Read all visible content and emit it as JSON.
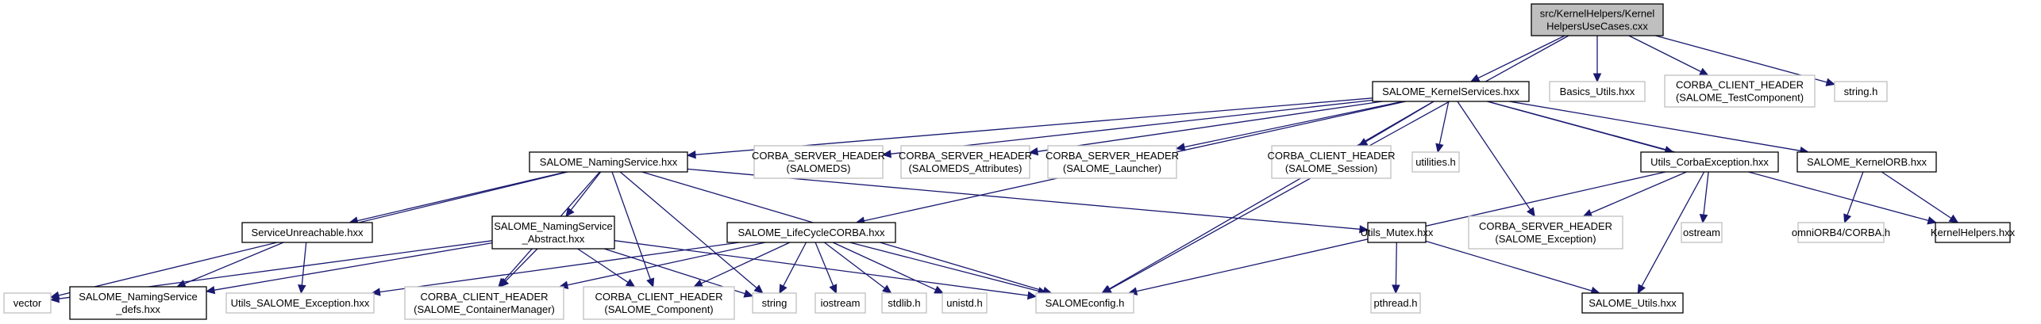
{
  "title": "Include dependency graph for src/KernelHelpers/KernelHelpersUseCases.cxx",
  "colors": {
    "edge": "#191970",
    "root_fill": "#bfbfbf",
    "documented_border": "#000000",
    "external_border": "#bfbfbf"
  },
  "nodes": [
    {
      "id": "root",
      "kind": "root",
      "lines": [
        "src/KernelHelpers/Kernel",
        "HelpersUseCases.cxx"
      ]
    },
    {
      "id": "kernelservices",
      "kind": "doc",
      "lines": [
        "SALOME_KernelServices.hxx"
      ]
    },
    {
      "id": "basics_utils",
      "kind": "ext",
      "lines": [
        "Basics_Utils.hxx"
      ]
    },
    {
      "id": "cch_testcomponent",
      "kind": "ext",
      "lines": [
        "CORBA_CLIENT_HEADER",
        "(SALOME_TestComponent)"
      ]
    },
    {
      "id": "string_h",
      "kind": "ext",
      "lines": [
        "string.h"
      ]
    },
    {
      "id": "namingservice",
      "kind": "doc",
      "lines": [
        "SALOME_NamingService.hxx"
      ]
    },
    {
      "id": "csh_salomeds",
      "kind": "ext",
      "lines": [
        "CORBA_SERVER_HEADER",
        "(SALOMEDS)"
      ]
    },
    {
      "id": "csh_salomeds_attr",
      "kind": "ext",
      "lines": [
        "CORBA_SERVER_HEADER",
        "(SALOMEDS_Attributes)"
      ]
    },
    {
      "id": "csh_launcher",
      "kind": "ext",
      "lines": [
        "CORBA_SERVER_HEADER",
        "(SALOME_Launcher)"
      ]
    },
    {
      "id": "cch_session",
      "kind": "ext",
      "lines": [
        "CORBA_CLIENT_HEADER",
        "(SALOME_Session)"
      ]
    },
    {
      "id": "utilities_h",
      "kind": "ext",
      "lines": [
        "utilities.h"
      ]
    },
    {
      "id": "utils_corbaexception",
      "kind": "doc",
      "lines": [
        "Utils_CorbaException.hxx"
      ]
    },
    {
      "id": "kernelorb",
      "kind": "doc",
      "lines": [
        "SALOME_KernelORB.hxx"
      ]
    },
    {
      "id": "serviceunreachable",
      "kind": "doc",
      "lines": [
        "ServiceUnreachable.hxx"
      ]
    },
    {
      "id": "namingservice_abstract",
      "kind": "doc",
      "lines": [
        "SALOME_NamingService",
        "_Abstract.hxx"
      ]
    },
    {
      "id": "lifecyclecorba",
      "kind": "doc",
      "lines": [
        "SALOME_LifeCycleCORBA.hxx"
      ]
    },
    {
      "id": "utils_mutex",
      "kind": "doc",
      "lines": [
        "Utils_Mutex.hxx"
      ]
    },
    {
      "id": "csh_exception",
      "kind": "ext",
      "lines": [
        "CORBA_SERVER_HEADER",
        "(SALOME_Exception)"
      ]
    },
    {
      "id": "ostream",
      "kind": "ext",
      "lines": [
        "ostream"
      ]
    },
    {
      "id": "omniorb",
      "kind": "ext",
      "lines": [
        "omniORB4/CORBA.h"
      ]
    },
    {
      "id": "kernelhelpers",
      "kind": "doc",
      "lines": [
        "KernelHelpers.hxx"
      ]
    },
    {
      "id": "vector",
      "kind": "ext",
      "lines": [
        "vector"
      ]
    },
    {
      "id": "namingservice_defs",
      "kind": "doc",
      "lines": [
        "SALOME_NamingService",
        "_defs.hxx"
      ]
    },
    {
      "id": "utils_salome_exception",
      "kind": "ext",
      "lines": [
        "Utils_SALOME_Exception.hxx"
      ]
    },
    {
      "id": "cch_containermanager",
      "kind": "ext",
      "lines": [
        "CORBA_CLIENT_HEADER",
        "(SALOME_ContainerManager)"
      ]
    },
    {
      "id": "cch_component",
      "kind": "ext",
      "lines": [
        "CORBA_CLIENT_HEADER",
        "(SALOME_Component)"
      ]
    },
    {
      "id": "string",
      "kind": "ext",
      "lines": [
        "string"
      ]
    },
    {
      "id": "iostream",
      "kind": "ext",
      "lines": [
        "iostream"
      ]
    },
    {
      "id": "stdlib_h",
      "kind": "ext",
      "lines": [
        "stdlib.h"
      ]
    },
    {
      "id": "unistd_h",
      "kind": "ext",
      "lines": [
        "unistd.h"
      ]
    },
    {
      "id": "salomeconfig_h",
      "kind": "ext",
      "lines": [
        "SALOMEconfig.h"
      ]
    },
    {
      "id": "pthread_h",
      "kind": "ext",
      "lines": [
        "pthread.h"
      ]
    },
    {
      "id": "salome_utils",
      "kind": "doc",
      "lines": [
        "SALOME_Utils.hxx"
      ]
    }
  ],
  "edges": [
    [
      "root",
      "kernelservices"
    ],
    [
      "root",
      "basics_utils"
    ],
    [
      "root",
      "cch_testcomponent"
    ],
    [
      "root",
      "string_h"
    ],
    [
      "root",
      "salomeconfig_h"
    ],
    [
      "kernelservices",
      "namingservice"
    ],
    [
      "kernelservices",
      "csh_salomeds"
    ],
    [
      "kernelservices",
      "csh_salomeds_attr"
    ],
    [
      "kernelservices",
      "csh_launcher"
    ],
    [
      "kernelservices",
      "cch_session"
    ],
    [
      "kernelservices",
      "utilities_h"
    ],
    [
      "kernelservices",
      "utils_corbaexception"
    ],
    [
      "kernelservices",
      "kernelorb"
    ],
    [
      "kernelservices",
      "kernelhelpers"
    ],
    [
      "kernelservices",
      "lifecyclecorba"
    ],
    [
      "kernelservices",
      "csh_exception"
    ],
    [
      "kernelservices",
      "salomeconfig_h"
    ],
    [
      "namingservice",
      "serviceunreachable"
    ],
    [
      "namingservice",
      "namingservice_abstract"
    ],
    [
      "namingservice",
      "vector"
    ],
    [
      "namingservice",
      "cch_containermanager"
    ],
    [
      "namingservice",
      "cch_component"
    ],
    [
      "namingservice",
      "string"
    ],
    [
      "namingservice",
      "utils_mutex"
    ],
    [
      "namingservice",
      "salomeconfig_h"
    ],
    [
      "serviceunreachable",
      "namingservice_defs"
    ],
    [
      "serviceunreachable",
      "utils_salome_exception"
    ],
    [
      "namingservice_abstract",
      "vector"
    ],
    [
      "namingservice_abstract",
      "namingservice_defs"
    ],
    [
      "namingservice_abstract",
      "cch_containermanager"
    ],
    [
      "namingservice_abstract",
      "cch_component"
    ],
    [
      "namingservice_abstract",
      "string"
    ],
    [
      "namingservice_abstract",
      "salomeconfig_h"
    ],
    [
      "lifecyclecorba",
      "utils_salome_exception"
    ],
    [
      "lifecyclecorba",
      "cch_containermanager"
    ],
    [
      "lifecyclecorba",
      "cch_component"
    ],
    [
      "lifecyclecorba",
      "string"
    ],
    [
      "lifecyclecorba",
      "iostream"
    ],
    [
      "lifecyclecorba",
      "stdlib_h"
    ],
    [
      "lifecyclecorba",
      "unistd_h"
    ],
    [
      "lifecyclecorba",
      "salomeconfig_h"
    ],
    [
      "utils_corbaexception",
      "csh_exception"
    ],
    [
      "utils_corbaexception",
      "ostream"
    ],
    [
      "utils_corbaexception",
      "salomeconfig_h"
    ],
    [
      "utils_corbaexception",
      "salome_utils"
    ],
    [
      "utils_mutex",
      "pthread_h"
    ],
    [
      "utils_mutex",
      "salome_utils"
    ],
    [
      "kernelorb",
      "omniorb"
    ],
    [
      "kernelorb",
      "kernelhelpers"
    ]
  ]
}
